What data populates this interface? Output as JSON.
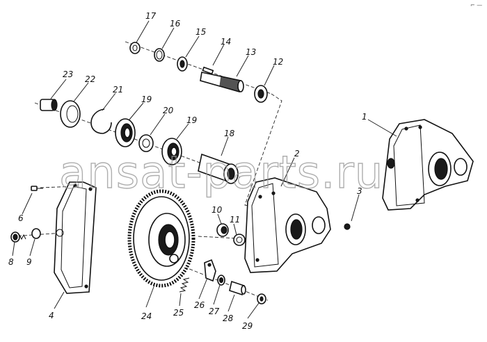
{
  "watermark": "ansat-parts.ru",
  "corner_mark": "⌐ —",
  "callouts": [
    "1",
    "2",
    "3",
    "4",
    "6",
    "8",
    "9",
    "10",
    "11",
    "12",
    "13",
    "14",
    "15",
    "16",
    "17",
    "18",
    "19",
    "19",
    "20",
    "21",
    "22",
    "23",
    "24",
    "25",
    "26",
    "27",
    "28",
    "29"
  ]
}
